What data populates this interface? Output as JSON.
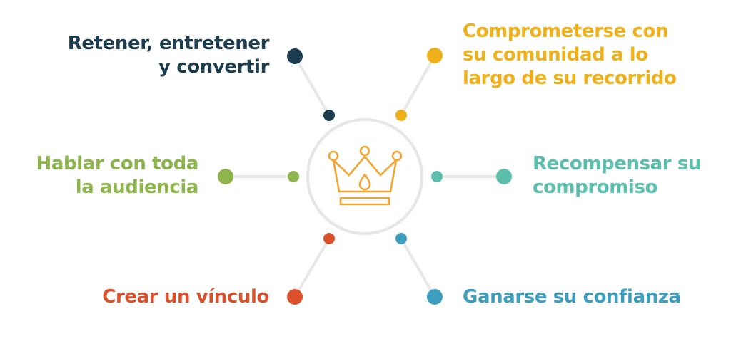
{
  "colors": {
    "connector": "#e8e8e8",
    "center_ring": "#e6e6e6",
    "crown": "#f4a531"
  },
  "center": {
    "icon": "crown-icon"
  },
  "items": [
    {
      "id": "retener",
      "color": "#1c3d4f",
      "lines": [
        "Retener, entretener",
        "y convertir"
      ]
    },
    {
      "id": "comprometerse",
      "color": "#eeb01b",
      "lines": [
        "Comprometerse con",
        "su comunidad a lo",
        "largo de su recorrido"
      ]
    },
    {
      "id": "hablar",
      "color": "#8db54b",
      "lines": [
        "Hablar con toda",
        "la audiencia"
      ]
    },
    {
      "id": "recompensar",
      "color": "#5cbfae",
      "lines": [
        "Recompensar su",
        "compromiso"
      ]
    },
    {
      "id": "crear",
      "color": "#d9502a",
      "lines": [
        "Crear un vínculo"
      ]
    },
    {
      "id": "ganarse",
      "color": "#3d9fbd",
      "lines": [
        "Ganarse su confianza"
      ]
    }
  ]
}
